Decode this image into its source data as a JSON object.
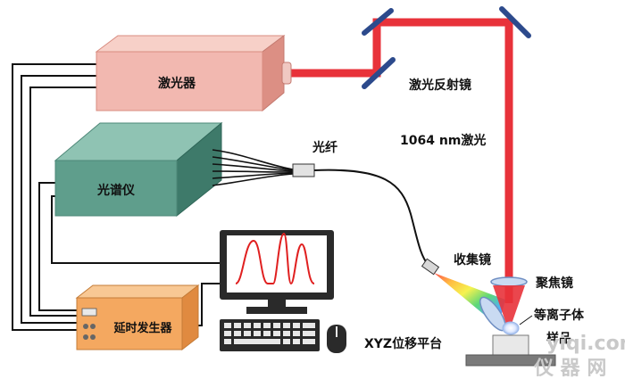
{
  "labels": {
    "laser": "激光器",
    "mirror": "激光反射镜",
    "beam": "1064 nm激光",
    "spectrometer": "光谱仪",
    "fiber": "光纤",
    "collector": "收集镜",
    "focus_lens": "聚焦镜",
    "plasma": "等离子体",
    "stage": "XYZ位移平台",
    "sample": "样品",
    "delay_gen": "延时发生器"
  },
  "watermark": {
    "top": "yiqi.com",
    "bottom": "仪 器 网"
  },
  "colors": {
    "laser_beam": "#e8323a",
    "laser_box": "#f2b8b0",
    "spectrometer_box": "#5f9e8c",
    "delay_box": "#f4a860",
    "mirror": "#2c4a8c",
    "monitor": "#2a2a2a",
    "spectrum_line": "#e02020"
  }
}
